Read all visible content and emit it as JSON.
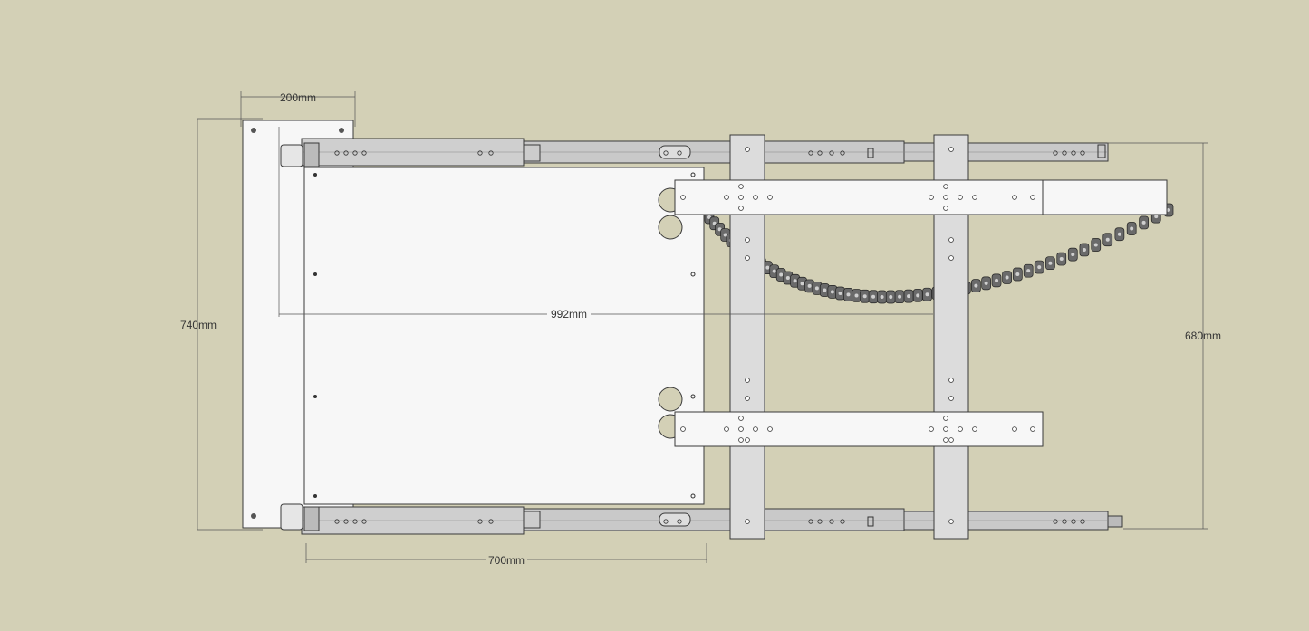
{
  "drawing": {
    "background": "#d3d0b6",
    "line_color": "#3a3a3a",
    "panel_fill": "#f7f7f7",
    "rail_fill": "#c9c9c9",
    "column_fill": "#dcdcdc",
    "chain_fill": "#6a6a6a"
  },
  "dimensions": {
    "top_width": "200mm",
    "left_height": "740mm",
    "middle_span": "992mm",
    "right_height": "680mm",
    "bottom_width": "700mm"
  }
}
